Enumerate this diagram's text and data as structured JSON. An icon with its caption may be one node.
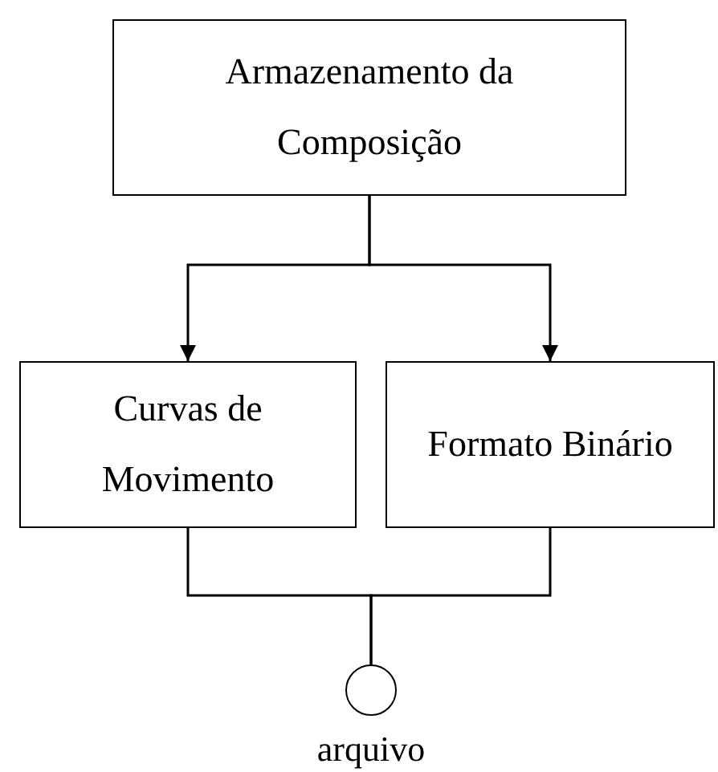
{
  "diagram": {
    "nodes": [
      {
        "text": [
          "Armazenamento da Composição"
        ]
      },
      {
        "text": [
          "Curvas de Movimento"
        ]
      },
      {
        "text": [
          "Formato Binário"
        ]
      },
      {
        "text": [],
        "shape": "circle",
        "beside": [
          "arquivo"
        ]
      }
    ],
    "edges": [
      {
        "from": 0,
        "to": 1,
        "arrow": "to"
      },
      {
        "from": 0,
        "to": 2,
        "arrow": "to"
      },
      {
        "from": 1,
        "to": 3,
        "arrow": "none"
      },
      {
        "from": 2,
        "to": 3,
        "arrow": "none"
      }
    ]
  }
}
